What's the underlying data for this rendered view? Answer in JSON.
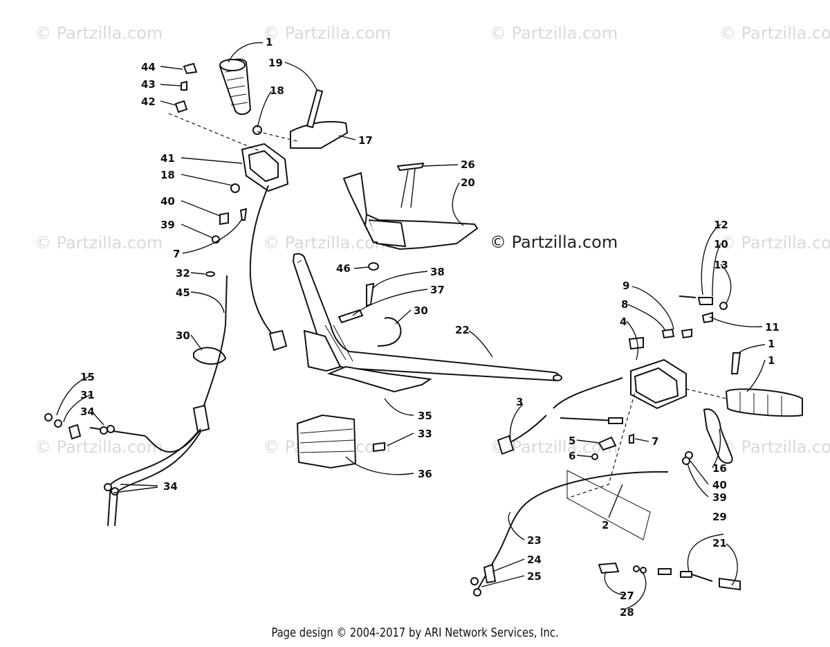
{
  "watermark_text": "© Partzilla.com",
  "watermark_main": "© Partzilla.com",
  "footer": "Page design © 2004-2017 by ARI Network Services, Inc.",
  "callouts": {
    "c1a": "1",
    "c19": "19",
    "c44": "44",
    "c43": "43",
    "c42": "42",
    "c18a": "18",
    "c17": "17",
    "c41": "41",
    "c18b": "18",
    "c40a": "40",
    "c39a": "39",
    "c7a": "7",
    "c26": "26",
    "c20": "20",
    "c46": "46",
    "c38": "38",
    "c37": "37",
    "c30a": "30",
    "c32": "32",
    "c45": "45",
    "c30b": "30",
    "c22": "22",
    "c15": "15",
    "c31": "31",
    "c34a": "34",
    "c34b": "34",
    "c35": "35",
    "c33": "33",
    "c36": "36",
    "c12": "12",
    "c10": "10",
    "c13": "13",
    "c9": "9",
    "c8": "8",
    "c4": "4",
    "c11": "11",
    "c1b": "1",
    "c1c": "1",
    "c3": "3",
    "c5": "5",
    "c6": "6",
    "c7b": "7",
    "c16": "16",
    "c40b": "40",
    "c39b": "39",
    "c2": "2",
    "c29": "29",
    "c21": "21",
    "c23": "23",
    "c24": "24",
    "c25": "25",
    "c27": "27",
    "c28": "28"
  }
}
